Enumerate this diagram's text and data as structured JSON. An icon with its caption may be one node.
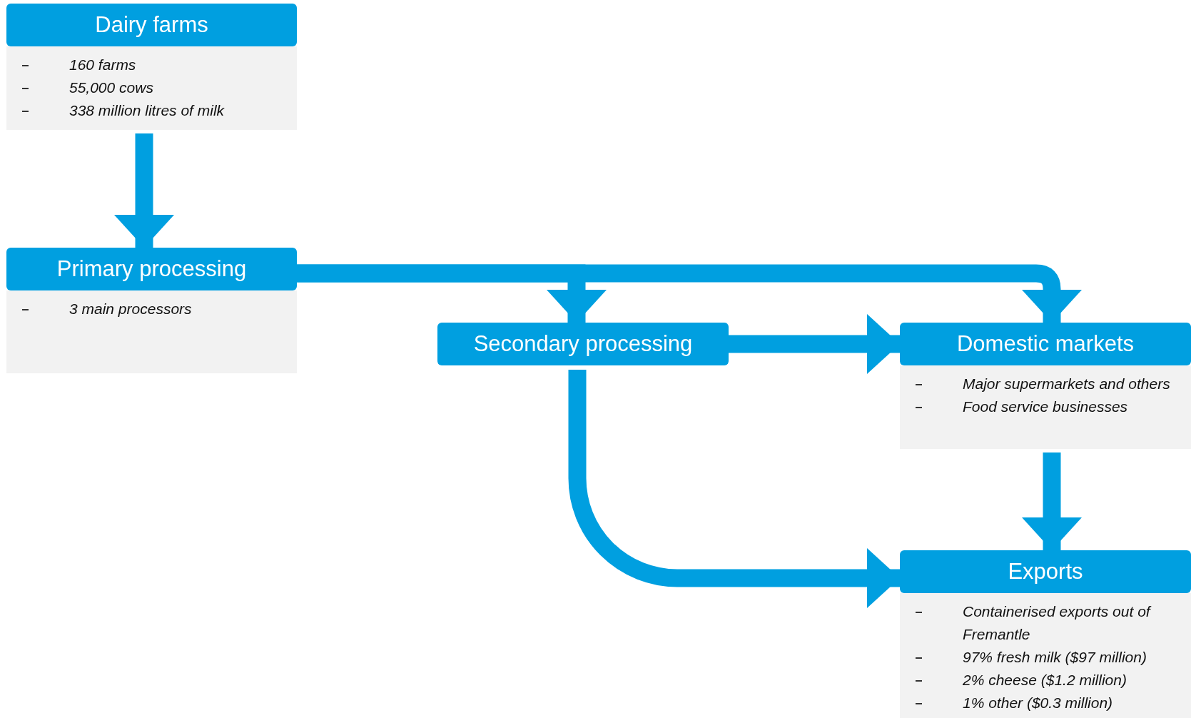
{
  "diagram": {
    "nodes": [
      {
        "text": [
          "Dairy farms",
          "160 farms",
          "55,000 cows",
          "338 million litres of milk"
        ]
      },
      {
        "text": [
          "Primary processing",
          "3 main processors"
        ]
      },
      {
        "text": [
          "Secondary processing"
        ]
      },
      {
        "text": [
          "Domestic markets",
          "Major supermarkets and others",
          "Food service businesses"
        ]
      },
      {
        "text": [
          "Exports",
          "Containerised exports out of Fremantle",
          "97% fresh milk ($97 million)",
          "2% cheese ($1.2 million)",
          "1% other ($0.3 million)"
        ]
      }
    ],
    "edges": [
      {
        "from": 0,
        "to": 1,
        "arrow": "to"
      },
      {
        "from": 1,
        "to": 2,
        "arrow": "to"
      },
      {
        "from": 1,
        "to": 3,
        "arrow": "to"
      },
      {
        "from": 2,
        "to": 3,
        "arrow": "to"
      },
      {
        "from": 2,
        "to": 4,
        "arrow": "to"
      },
      {
        "from": 3,
        "to": 4,
        "arrow": "to"
      }
    ]
  }
}
